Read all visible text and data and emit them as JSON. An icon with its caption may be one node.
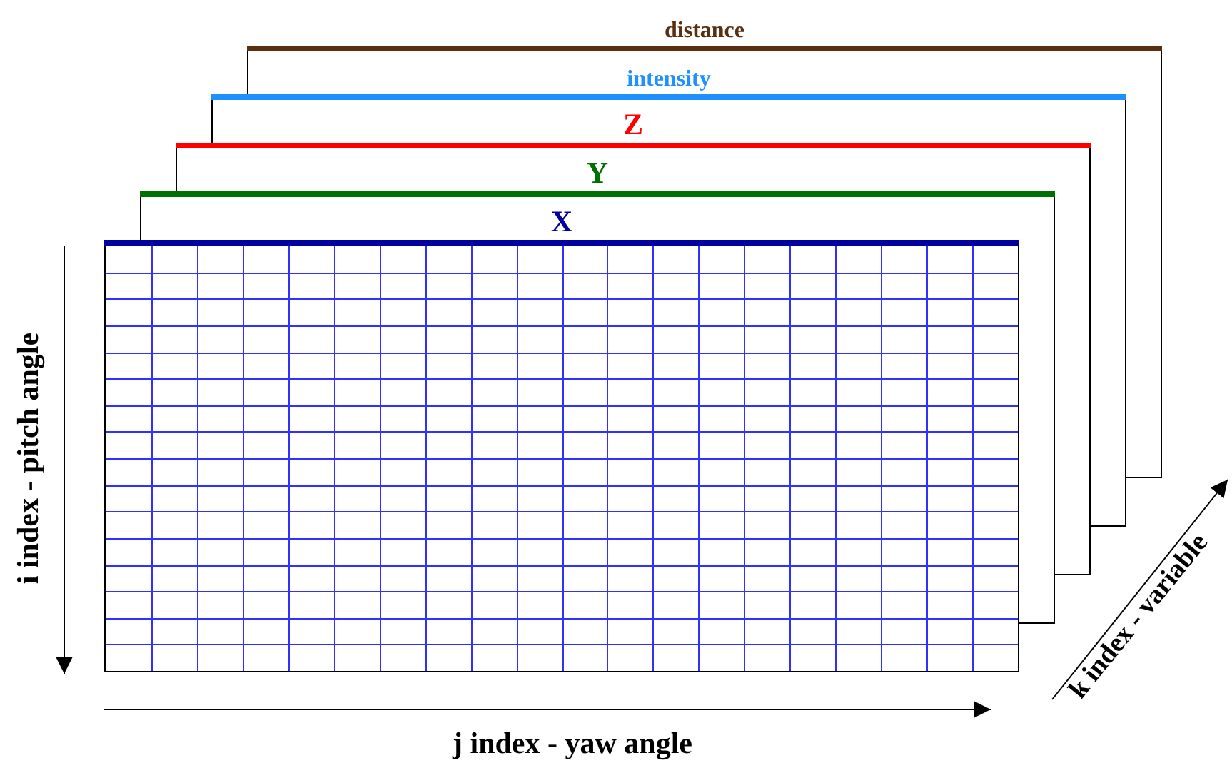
{
  "diagram": {
    "nodes": [
      {
        "text": [
          "distance"
        ]
      },
      {
        "text": [
          "intensity"
        ]
      },
      {
        "text": [
          "Z"
        ]
      },
      {
        "text": [
          "Y"
        ]
      },
      {
        "text": [
          "X"
        ]
      }
    ],
    "labels": [
      "i index - pitch angle",
      "j index - yaw angle",
      "k index - variable"
    ]
  }
}
